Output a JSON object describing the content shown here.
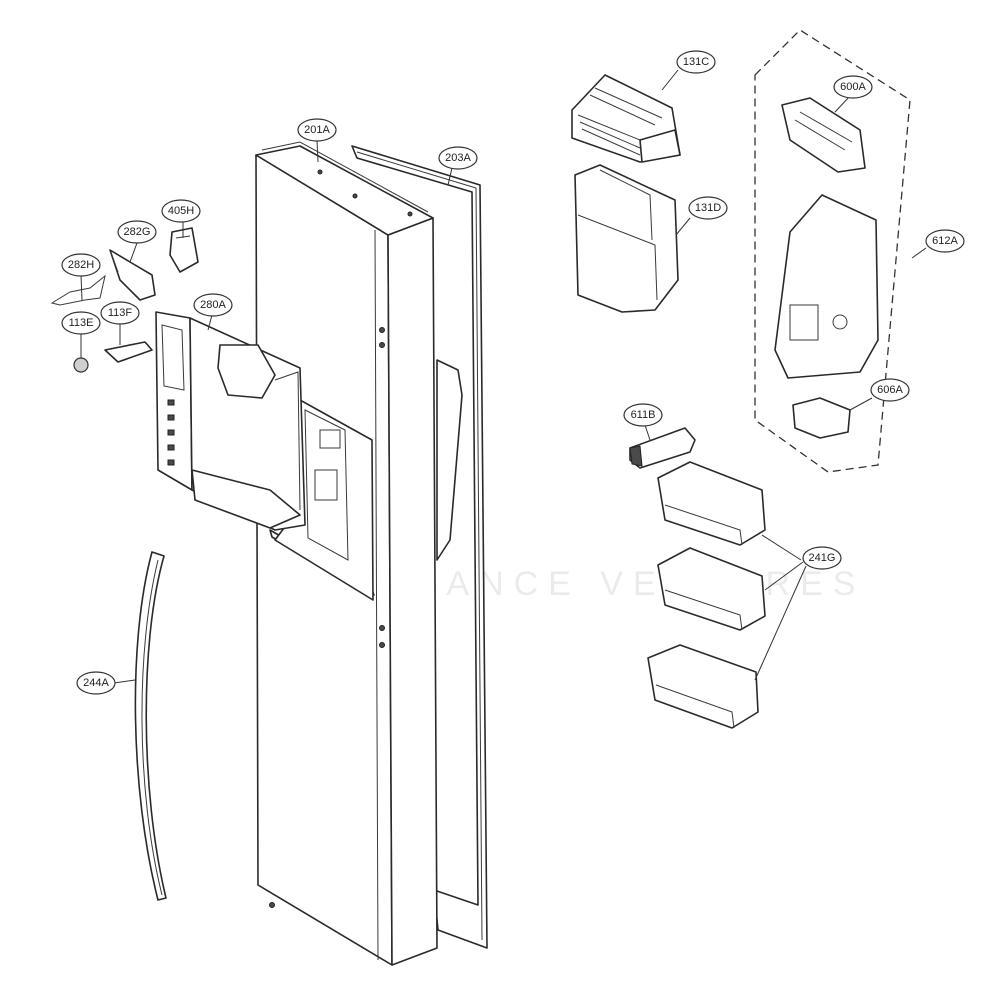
{
  "callouts": [
    {
      "id": "201A",
      "label": "201A"
    },
    {
      "id": "203A",
      "label": "203A"
    },
    {
      "id": "405H",
      "label": "405H"
    },
    {
      "id": "282G",
      "label": "282G"
    },
    {
      "id": "282H",
      "label": "282H"
    },
    {
      "id": "280A",
      "label": "280A"
    },
    {
      "id": "113E",
      "label": "113E"
    },
    {
      "id": "113F",
      "label": "113F"
    },
    {
      "id": "244A",
      "label": "244A"
    },
    {
      "id": "131C",
      "label": "131C"
    },
    {
      "id": "131D",
      "label": "131D"
    },
    {
      "id": "600A",
      "label": "600A"
    },
    {
      "id": "612A",
      "label": "612A"
    },
    {
      "id": "606A",
      "label": "606A"
    },
    {
      "id": "611B",
      "label": "611B"
    },
    {
      "id": "241G",
      "label": "241G"
    }
  ],
  "watermark": "APPLIANCE VENTURES"
}
